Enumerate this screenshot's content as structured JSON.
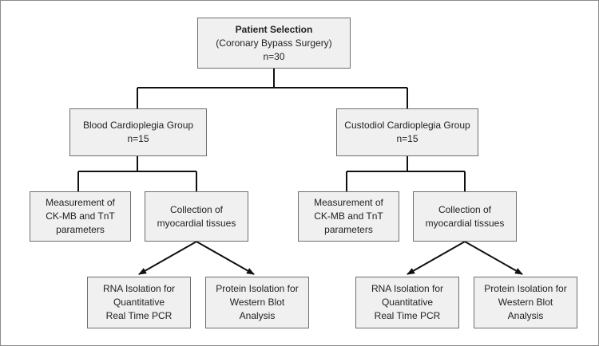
{
  "diagram": {
    "root": {
      "title": "Patient Selection",
      "subtitle": "(Coronary Bypass Surgery)",
      "count": "n=30"
    },
    "groups": [
      {
        "name": "Blood Cardioplegia Group",
        "count": "n=15",
        "measurement": {
          "line1": "Measurement of",
          "line2": "CK-MB and TnT",
          "line3": "parameters"
        },
        "collection": {
          "line1": "Collection of",
          "line2": "myocardial tissues"
        },
        "rna": {
          "line1": "RNA Isolation for",
          "line2": "Quantitative",
          "line3": "Real Time PCR"
        },
        "protein": {
          "line1": "Protein Isolation for",
          "line2": "Western Blot",
          "line3": "Analysis"
        }
      },
      {
        "name": "Custodiol Cardioplegia Group",
        "count": "n=15",
        "measurement": {
          "line1": "Measurement of",
          "line2": "CK-MB and TnT",
          "line3": "parameters"
        },
        "collection": {
          "line1": "Collection of",
          "line2": "myocardial tissues"
        },
        "rna": {
          "line1": "RNA Isolation for",
          "line2": "Quantitative",
          "line3": "Real Time PCR"
        },
        "protein": {
          "line1": "Protein Isolation for",
          "line2": "Western Blot",
          "line3": "Analysis"
        }
      }
    ],
    "colors": {
      "box_fill": "#f0f0f0",
      "box_border": "#6e6e6e",
      "connector": "#111111"
    }
  }
}
